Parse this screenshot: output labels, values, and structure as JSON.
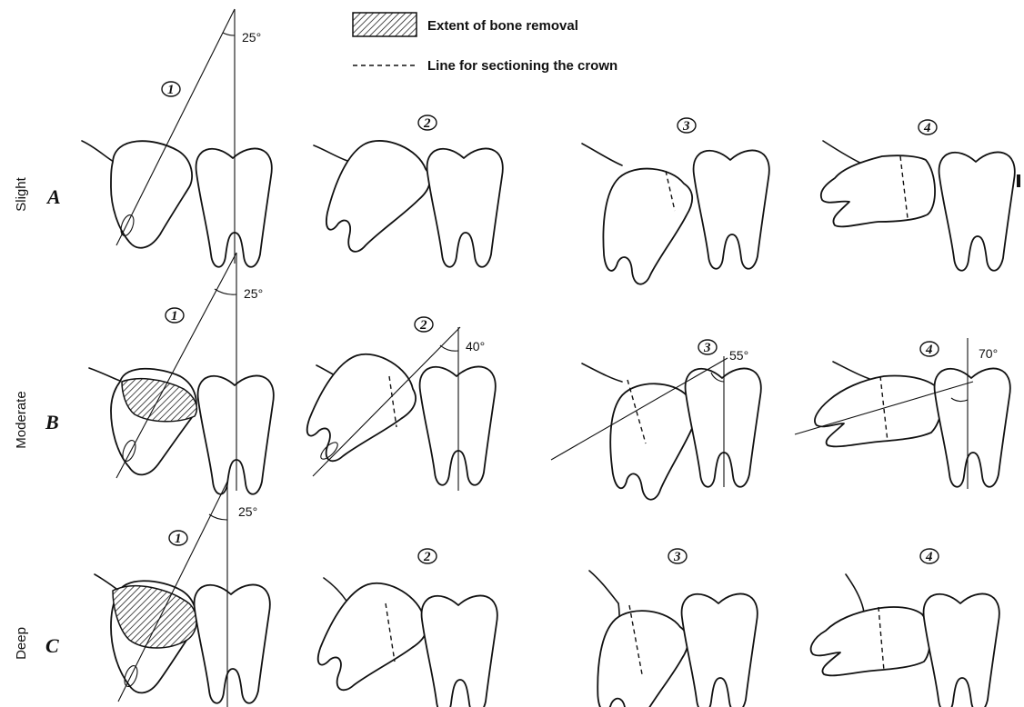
{
  "legend": {
    "bone_removal": "Extent of bone removal",
    "section_line": "Line for sectioning the crown"
  },
  "rows": [
    {
      "letter": "A",
      "label": "Slight"
    },
    {
      "letter": "B",
      "label": "Moderate"
    },
    {
      "letter": "C",
      "label": "Deep"
    }
  ],
  "angles": {
    "a1": "25°",
    "b1": "25°",
    "b2": "40°",
    "b3": "55°",
    "b4": "70°",
    "c1": "25°"
  },
  "step_numbers": [
    "1",
    "2",
    "3",
    "4"
  ]
}
